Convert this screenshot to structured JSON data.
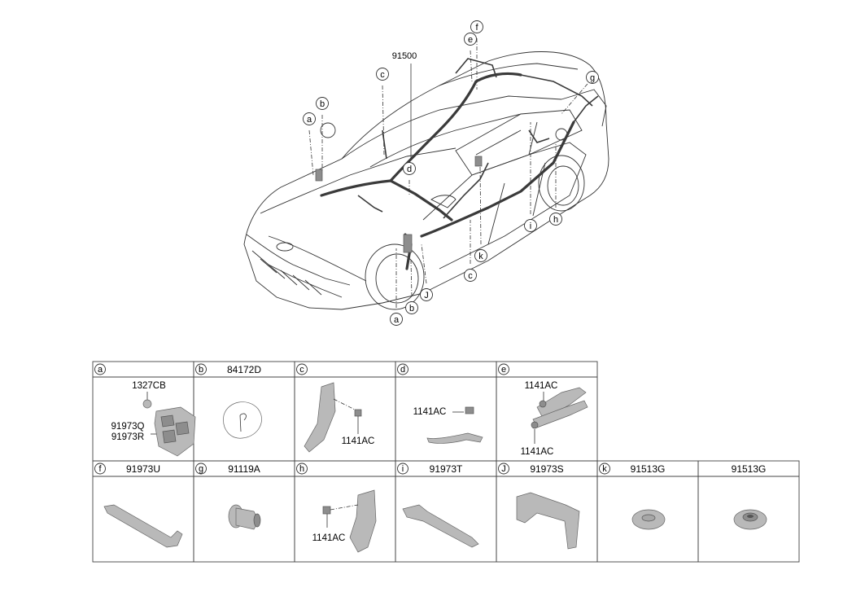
{
  "assembly_number": "91500",
  "callouts": [
    "a",
    "b",
    "c",
    "d",
    "e",
    "f",
    "g",
    "h",
    "i",
    "J",
    "k",
    "c",
    "a",
    "b"
  ],
  "panels": [
    {
      "letter": "a",
      "part": "",
      "labels": [
        "1327CB",
        "91973Q",
        "91973R"
      ]
    },
    {
      "letter": "b",
      "part": "84172D",
      "labels": []
    },
    {
      "letter": "c",
      "part": "",
      "labels": [
        "1141AC"
      ]
    },
    {
      "letter": "d",
      "part": "",
      "labels": [
        "1141AC"
      ]
    },
    {
      "letter": "e",
      "part": "",
      "labels": [
        "1141AC",
        "1141AC"
      ]
    },
    {
      "letter": "f",
      "part": "91973U",
      "labels": []
    },
    {
      "letter": "g",
      "part": "91119A",
      "labels": []
    },
    {
      "letter": "h",
      "part": "",
      "labels": [
        "1141AC"
      ]
    },
    {
      "letter": "i",
      "part": "91973T",
      "labels": []
    },
    {
      "letter": "J",
      "part": "91973S",
      "labels": []
    },
    {
      "letter": "k",
      "part": "91513G",
      "labels": []
    },
    {
      "letter": "",
      "part": "91513G",
      "labels": []
    }
  ]
}
